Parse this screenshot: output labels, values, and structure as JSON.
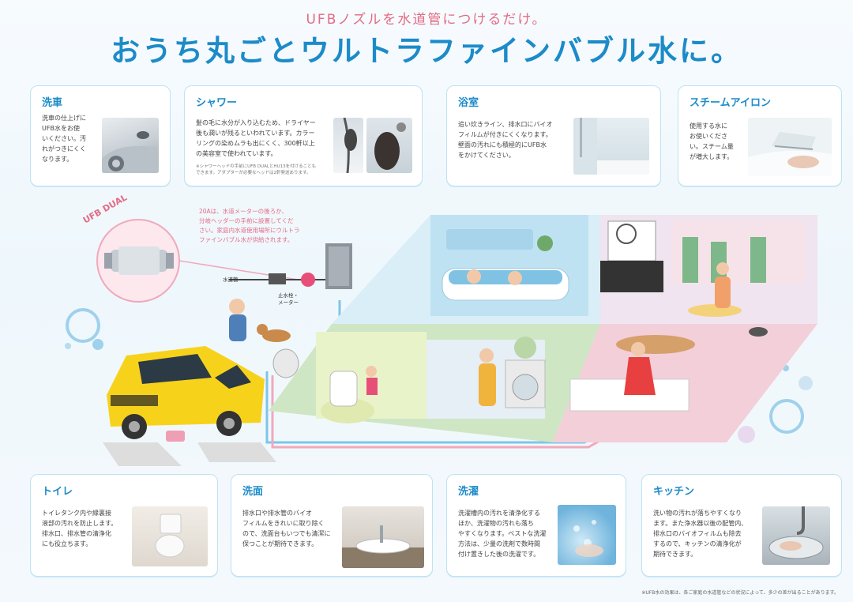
{
  "header": {
    "subtitle": "UFBノズルを水道管につけるだけ。",
    "title": "おうち丸ごとウルトラファインバブル水に。"
  },
  "cards": {
    "car_wash": {
      "title": "洗車",
      "text": [
        "洗車の仕上げに",
        "UFB水をお使",
        "いください。汚",
        "れがつきにくく",
        "なります。"
      ]
    },
    "shower": {
      "title": "シャワー",
      "text": [
        "髪の毛に水分が入り込むため、ドライヤー",
        "後も潤いが残るといわれています。カラー",
        "リングの染めムラも出にくく、300軒以上",
        "の美容室で使われています。"
      ],
      "note": [
        "※シャワーヘッドの手前にUFB DUALとHU13を付けることも",
        "できます。アダプターが必要なヘッドは2軒発送あります。"
      ]
    },
    "bathroom": {
      "title": "浴室",
      "text": [
        "追い炊きライン、排水口にバイオ",
        "フィルムが付きにくくなります。",
        "壁面の汚れにも積極的にUFB水",
        "をかけてください。"
      ]
    },
    "steam_iron": {
      "title": "スチームアイロン",
      "text": [
        "使用する水に",
        "お使いくださ",
        "い。スチーム量",
        "が増大します。"
      ]
    },
    "toilet": {
      "title": "トイレ",
      "text": [
        "トイレタンク内や縁裏接",
        "液部の汚れを防止します。",
        "排水口、排水管の清浄化",
        "にも役立ちます。"
      ]
    },
    "washbasin": {
      "title": "洗面",
      "text": [
        "排水口や排水管のバイオ",
        "フィルムをきれいに取り除く",
        "ので、洗面台もいつでも清潔に",
        "保つことが期待できます。"
      ]
    },
    "laundry": {
      "title": "洗濯",
      "text": [
        "洗濯槽内の汚れを清浄化する",
        "ほか、洗濯物の汚れも落ち",
        "やすくなります。ベストな洗濯",
        "方法は、少量の洗剤で数時間",
        "付け置きした後の洗濯です。"
      ]
    },
    "kitchen": {
      "title": "キッチン",
      "text": [
        "洗い物の汚れが落ちやすくなり",
        "ます。また浄水器以後の配管内、",
        "排水口のバイオフィルムも除去",
        "するので、キッチンの清浄化が",
        "期待できます。"
      ]
    }
  },
  "illustration": {
    "product_name": "UFB DUAL",
    "install_note": [
      "20Aは、水道メーターの後ろか、",
      "分岐ヘッダーの手前に設置してくだ",
      "さい。家庭内水道使用場所にウルトラ",
      "ファインバブル水が供給されます。"
    ],
    "label_water_pipe": "水道管",
    "label_meter": [
      "止水栓・",
      "メーター"
    ]
  },
  "footnote": "※UFB水の効果は、各ご家庭の水道管などの状況によって、多少の差が出ることがあります。",
  "colors": {
    "accent_blue": "#1c8bc8",
    "accent_pink": "#e46b84",
    "card_border": "#bfe3f3"
  }
}
